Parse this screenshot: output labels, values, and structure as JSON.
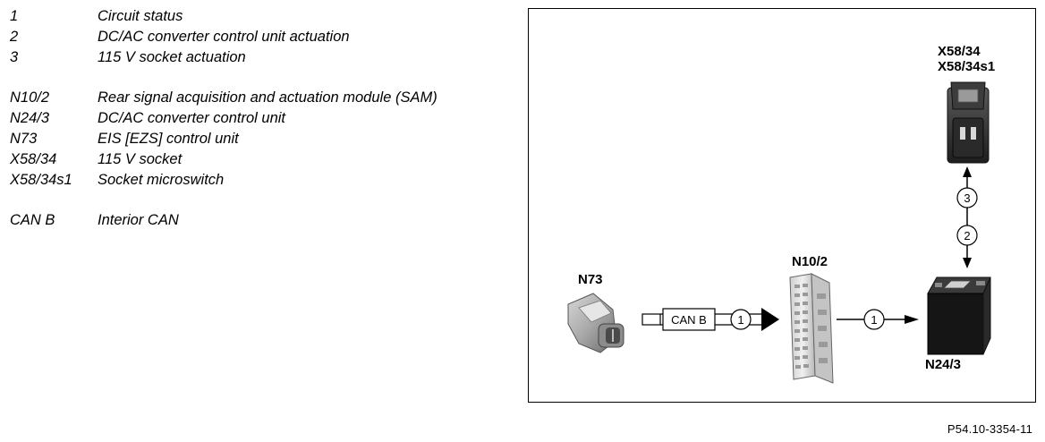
{
  "legend": [
    {
      "code": "1",
      "desc": "Circuit status"
    },
    {
      "code": "2",
      "desc": "DC/AC converter control unit actuation"
    },
    {
      "code": "3",
      "desc": "115 V socket actuation"
    },
    null,
    {
      "code": "N10/2",
      "desc": "Rear signal acquisition and actuation module (SAM)"
    },
    {
      "code": "N24/3",
      "desc": "DC/AC converter control unit"
    },
    {
      "code": "N73",
      "desc": "EIS [EZS] control unit"
    },
    {
      "code": "X58/34",
      "desc": "115 V socket"
    },
    {
      "code": "X58/34s1",
      "desc": "Socket microswitch"
    },
    null,
    {
      "code": "CAN B",
      "desc": "Interior CAN"
    }
  ],
  "diagram": {
    "labels": {
      "n73": "N73",
      "n10_2": "N10/2",
      "n24_3": "N24/3",
      "x58_34": "X58/34",
      "x58_34s1": "X58/34s1"
    },
    "can_label": "CAN B",
    "markers": {
      "can_arrow": "1",
      "sam_to_converter": "1",
      "socket_actuation": "3",
      "converter_actuation": "2"
    }
  },
  "reference": "P54.10-3354-11"
}
